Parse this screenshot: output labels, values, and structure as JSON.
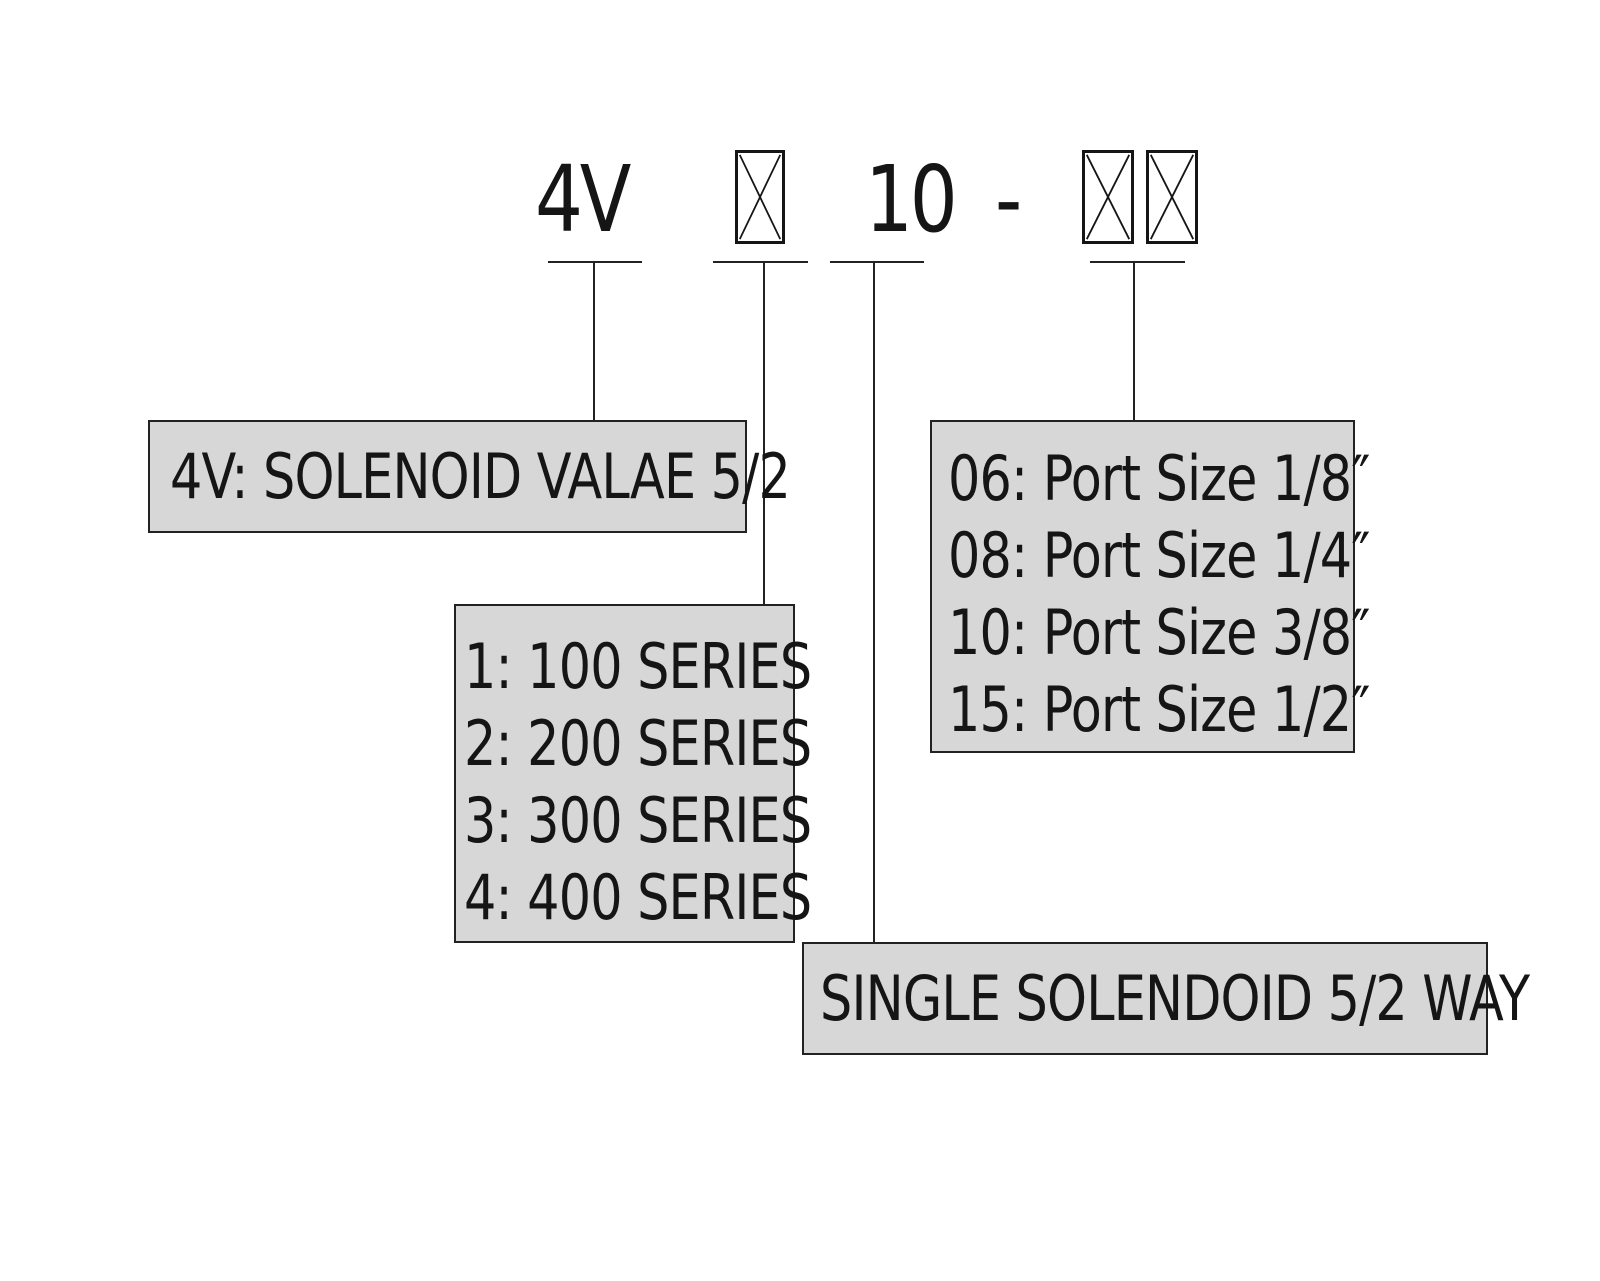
{
  "code": {
    "prefix": "4V",
    "number": "10",
    "dash": "-"
  },
  "boxes": {
    "type": {
      "line": "4V: SOLENOID VALAE 5/2"
    },
    "series": {
      "lines": [
        "1: 100 SERIES",
        "2:  200 SERIES",
        "3:  300 SERIES",
        "4:  400 SERIES"
      ]
    },
    "port": {
      "lines": [
        "06: Port Size 1/8″",
        "08:  Port Size 1/4″",
        "10:  Port Size 3/8″",
        "15:  Port Size 1/2″"
      ]
    },
    "function": {
      "line": "SINGLE SOLENDOID 5/2 WAY"
    }
  },
  "colors": {
    "box_fill": "#d7d7d7",
    "ink": "#151515"
  }
}
